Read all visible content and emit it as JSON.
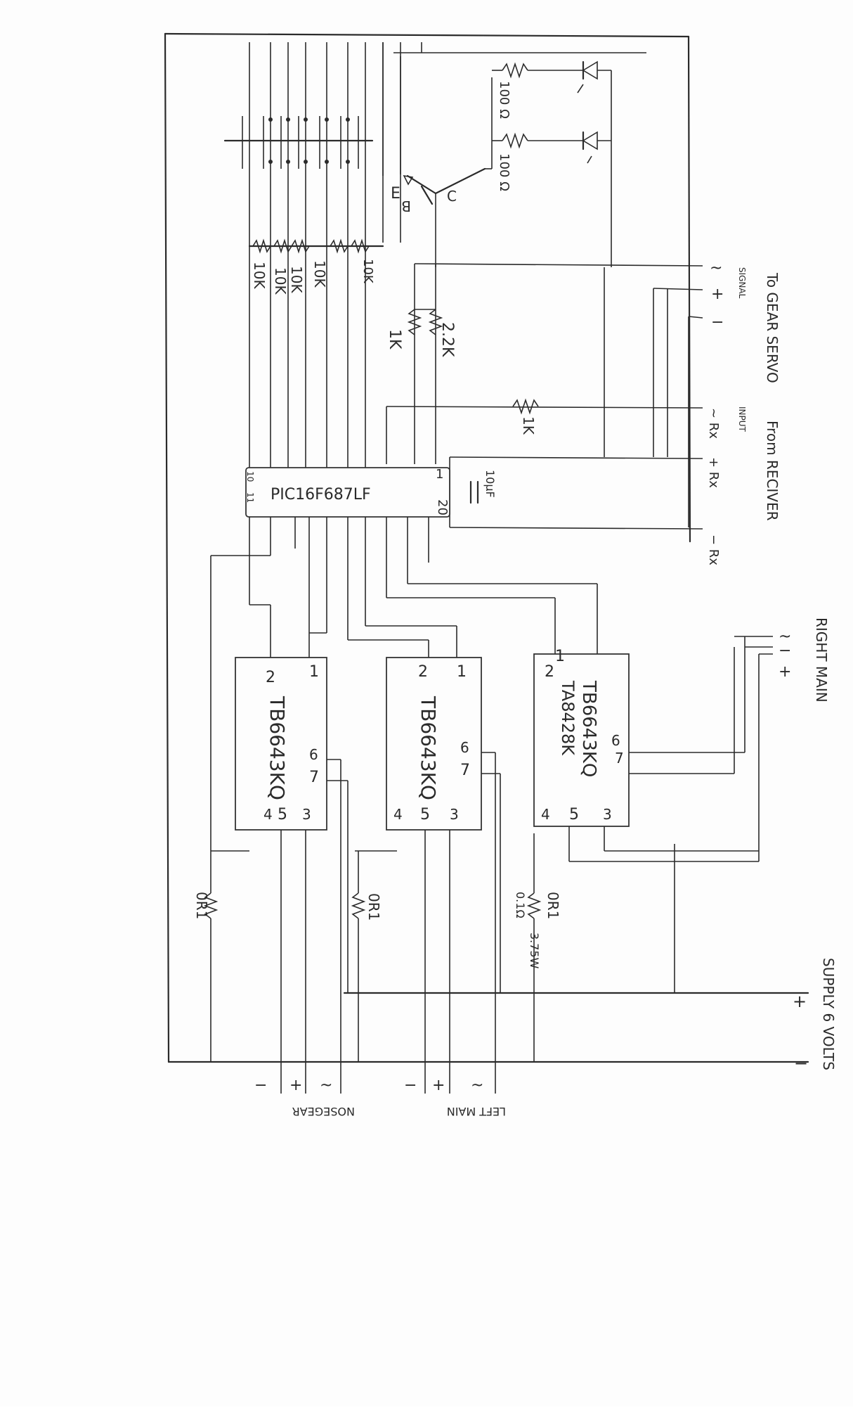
{
  "labels": {
    "mcu": "PIC16F687LF",
    "pin_1": "1",
    "pin_20": "20",
    "pin_10": "10",
    "pin_11": "11",
    "driver_1": "TB6643KQ",
    "driver_2": "TB6643KQ",
    "driver_3a": "TA8428K",
    "driver_3b": "TB6643KQ",
    "r_100_a": "100 Ω",
    "r_100_b": "100 Ω",
    "r_10k_1": "10K",
    "r_10k_2": "10K",
    "r_10k_3": "10K",
    "r_10k_4": "10K",
    "r_10k_5": "10K",
    "r_1k_a": "1K",
    "r_2_2k": "2.2K",
    "r_1k_b": "1K",
    "cap_10uf": "10µF",
    "r_0r1_a": "0R1",
    "r_0r1_b": "0R1",
    "r_0r1_c": "0R1",
    "r_0r1_c_val": "0.1Ω",
    "r_0r1_c_pwr": "3.75W",
    "transistor_e": "E",
    "transistor_b": "B",
    "transistor_c": "C",
    "to_gear_servo": "To GEAR SERVO",
    "servo_signal": "SIGNAL",
    "servo_sig_sym": "~",
    "servo_plus": "+",
    "servo_minus": "−",
    "from_receiver": "From RECIVER",
    "rx_input": "INPUT",
    "rx_sig": "~ Rx",
    "rx_plus": "+ Rx",
    "rx_minus": "− Rx",
    "right_main": "RIGHT MAIN",
    "right_sig": "~",
    "right_minus": "−",
    "right_plus": "+",
    "supply": "SUPPLY 6 VOLTS",
    "supply_plus": "+",
    "supply_minus": "−",
    "left_main": "LEFT MAIN",
    "left_minus": "−",
    "left_plus": "+",
    "left_sig": "~",
    "nosegear": "NOSEGEAR",
    "nose_minus": "−",
    "nose_plus": "+",
    "nose_sig": "~",
    "pin_d1_1": "1",
    "pin_d1_2": "2",
    "pin_d1_3": "3",
    "pin_d1_4": "4",
    "pin_d1_5": "5",
    "pin_d1_6": "6",
    "pin_d1_7": "7",
    "pin_d2_1": "1",
    "pin_d2_2": "2",
    "pin_d2_3": "3",
    "pin_d2_4": "4",
    "pin_d2_5": "5",
    "pin_d2_6": "6",
    "pin_d2_7": "7",
    "pin_d3_1": "1",
    "pin_d3_2": "2",
    "pin_d3_3": "3",
    "pin_d3_4": "4",
    "pin_d3_5": "5",
    "pin_d3_6": "6",
    "pin_d3_7": "7"
  }
}
